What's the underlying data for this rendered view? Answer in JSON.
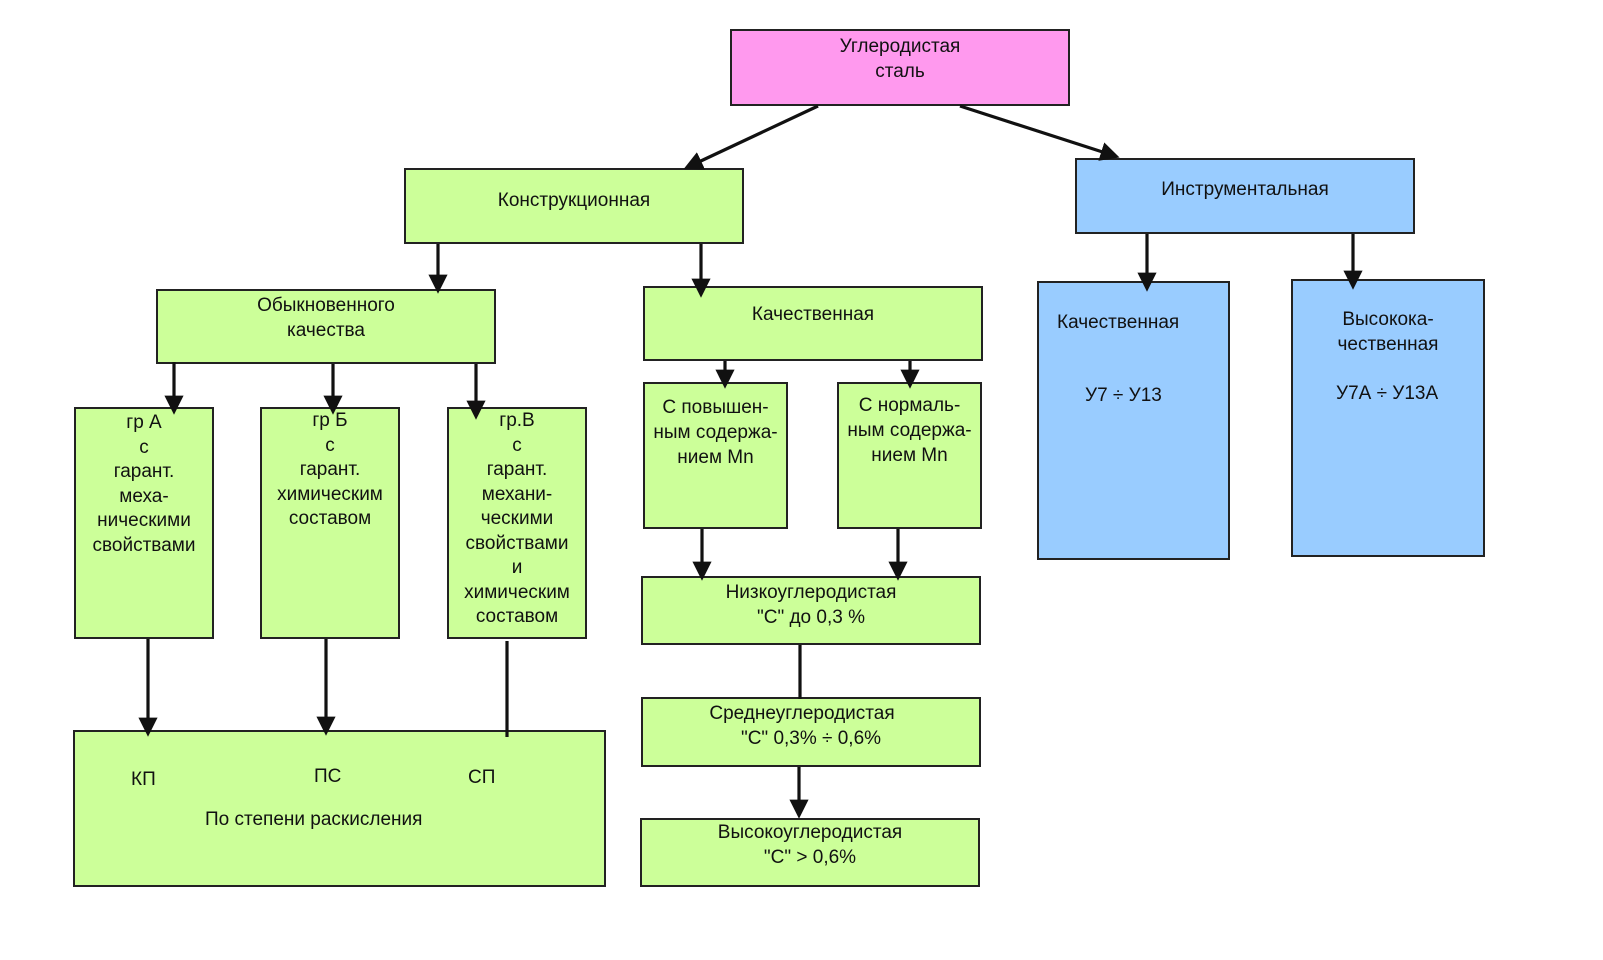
{
  "root": {
    "lines": [
      "Углеродистая",
      "сталь"
    ]
  },
  "construction": {
    "label": "Конструкционная"
  },
  "instrumental": {
    "label": "Инструментальная"
  },
  "ordinary": {
    "lines": [
      "Обыкновенного",
      "качества"
    ]
  },
  "quality": {
    "label": "Качественная"
  },
  "group_a": {
    "lines": [
      "гр А",
      "с",
      "гарант.",
      "меха-",
      "ническими",
      "свойствами"
    ]
  },
  "group_b": {
    "lines": [
      "гр Б",
      "с",
      "гарант.",
      "химическим",
      "составом"
    ]
  },
  "group_v": {
    "lines": [
      "гр.В",
      "с",
      "гарант.",
      "механи-",
      "ческими",
      "свойствами",
      "и",
      "химическим",
      "составом"
    ]
  },
  "high_mn": {
    "lines": [
      "С повышен-",
      "ным содержа-",
      "нием Mn"
    ]
  },
  "normal_mn": {
    "lines": [
      "С нормаль-",
      "ным содержа-",
      "нием Mn"
    ]
  },
  "low_carbon": {
    "lines": [
      "Низкоуглеродистая",
      "\"С\" до 0,3 %"
    ]
  },
  "medium_carbon": {
    "lines": [
      "Среднеуглеродистая",
      "\"С\" 0,3% ÷  0,6%"
    ]
  },
  "high_carbon": {
    "lines": [
      "Высокоуглеродистая",
      "\"С\" > 0,6%"
    ]
  },
  "deoxidation": {
    "kp": "КП",
    "ps": "ПС",
    "sp": "СП",
    "caption": "По степени раскисления"
  },
  "instr_quality": {
    "label": "Качественная",
    "grades": "У7 ÷ У13"
  },
  "instr_high_quality": {
    "lines": [
      "Высокока-",
      "чественная"
    ],
    "grades": "У7А ÷ У13А"
  },
  "colors": {
    "pink": "#ff99ee",
    "green": "#ccff99",
    "blue": "#99ccff",
    "stroke": "#111111"
  }
}
